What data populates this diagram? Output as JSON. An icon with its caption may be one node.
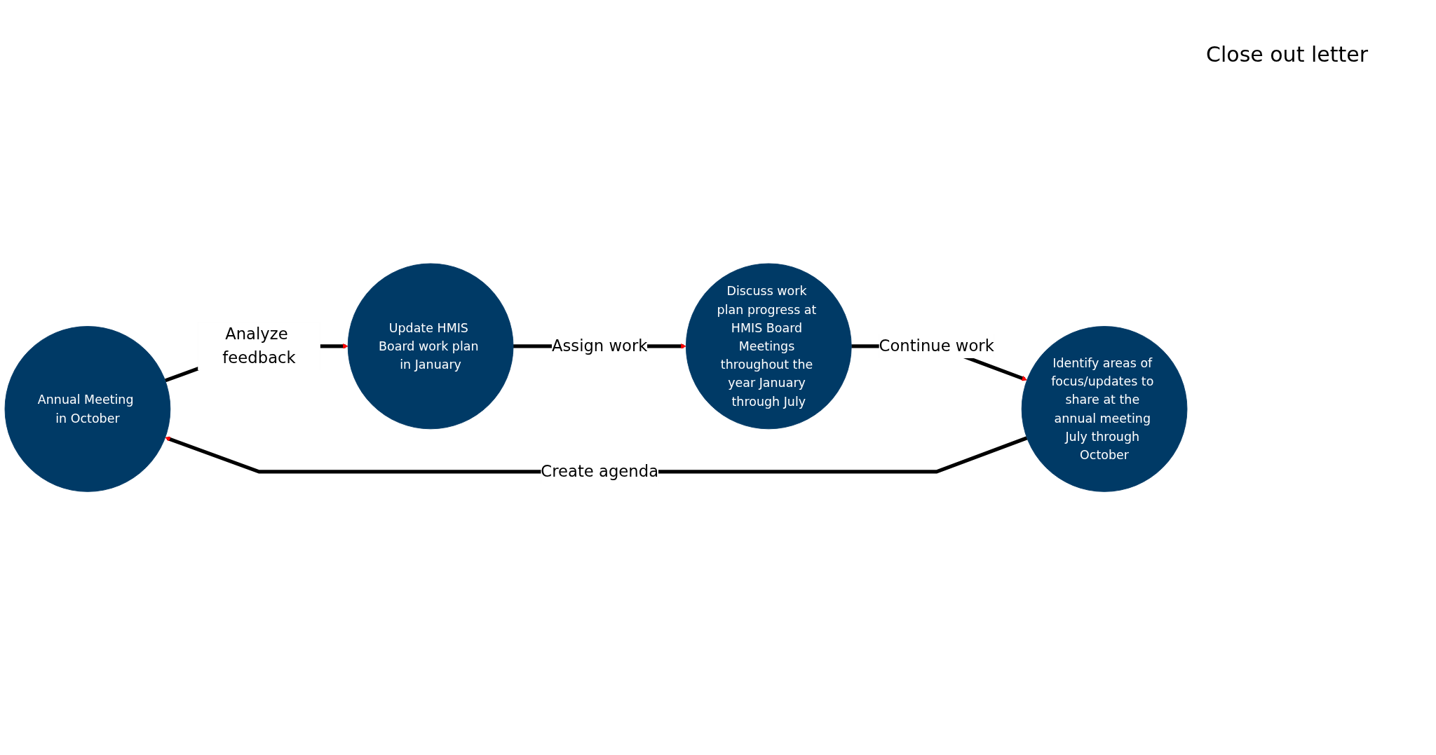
{
  "diagram": {
    "nodes": [
      {
        "text": [
          "Annual Meeting in October"
        ]
      },
      {
        "text": [
          "Update HMIS Board work plan in January"
        ]
      },
      {
        "text": [
          "Discuss work plan progress at HMIS Board Meetings throughout the year January through July"
        ]
      },
      {
        "text": [
          "Identify areas of focus/updates to share at the annual meeting July through October"
        ]
      }
    ],
    "edges": [
      {
        "from": 3,
        "to": 0,
        "arrow": "to",
        "label": "Create agenda"
      },
      {
        "from": 0,
        "to": 1,
        "arrow": "to",
        "label": "Analyze feedback"
      },
      {
        "from": 1,
        "to": 2,
        "arrow": "to",
        "label": "Assign work"
      },
      {
        "from": 2,
        "to": 3,
        "arrow": "to",
        "label": "Continue work"
      }
    ],
    "labels": [
      "Close out letter"
    ]
  }
}
